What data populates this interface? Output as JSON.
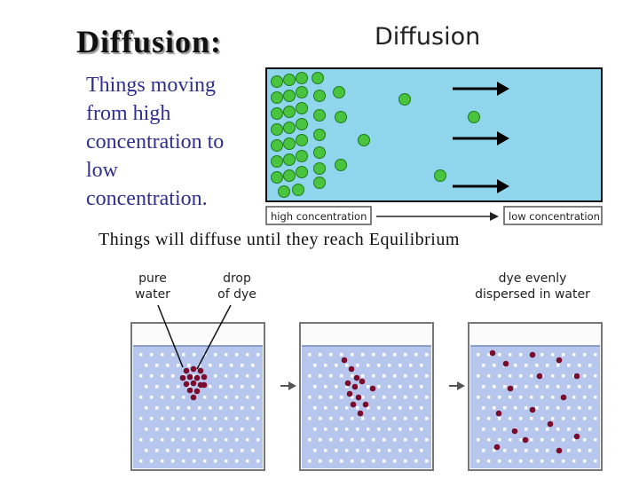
{
  "slide": {
    "title": "Diffusion:",
    "description_lines": [
      "Things moving",
      "from high",
      "concentration to",
      "low",
      "concentration."
    ],
    "equilibrium_text": "Things will diffuse until they reach Equilibrium"
  },
  "diffusion_diagram": {
    "title": "Diffusion",
    "left_label": "high concentration",
    "right_label": "low concentration",
    "colors": {
      "water": "#8fd6ec",
      "particle": "#49c43f",
      "particle_outline": "#1f7a1a"
    }
  },
  "beaker_diagram": {
    "label_pure_water": [
      "pure",
      "water"
    ],
    "label_drop_of_dye": [
      "drop",
      "of dye"
    ],
    "label_dispersed": [
      "dye evenly",
      "dispersed in water"
    ],
    "colors": {
      "water": "#b7c6ec",
      "dye": "#7a0b2a"
    }
  }
}
